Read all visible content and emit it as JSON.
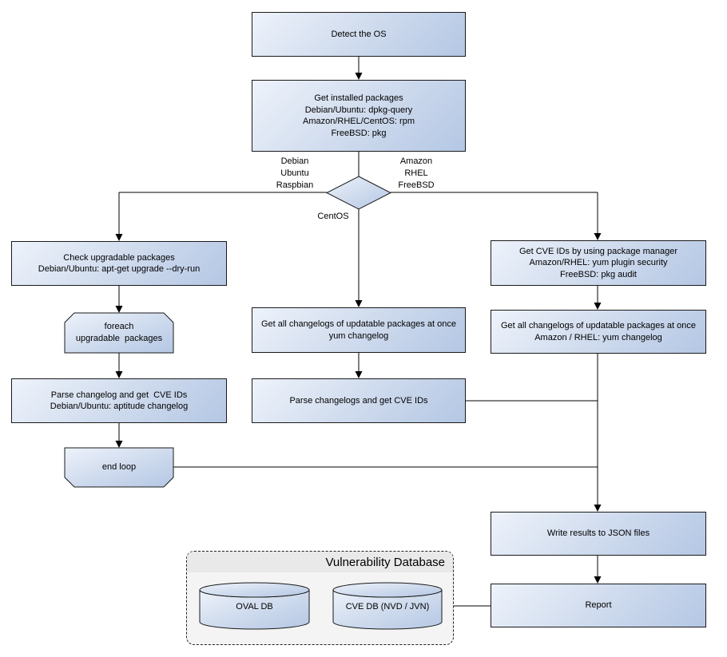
{
  "nodes": {
    "detect_os": {
      "lines": [
        "Detect the OS"
      ]
    },
    "get_installed_packages": {
      "lines": [
        "Get installed packages",
        "Debian/Ubuntu: dpkg-query",
        "Amazon/RHEL/CentOS: rpm",
        "FreeBSD: pkg"
      ]
    },
    "check_upgradable_packages": {
      "lines": [
        "Check upgradable packages",
        "Debian/Ubuntu: apt-get upgrade --dry-run"
      ]
    },
    "foreach_loop_start": {
      "lines": [
        "foreach",
        "upgradable  packages"
      ]
    },
    "parse_changelog_debian": {
      "lines": [
        "Parse changelog and get  CVE IDs",
        "Debian/Ubuntu: aptitude changelog"
      ]
    },
    "end_loop": {
      "lines": [
        "end loop"
      ]
    },
    "get_changelogs_centos": {
      "lines": [
        "Get all changelogs of updatable packages at once",
        "yum changelog"
      ]
    },
    "parse_changelogs_centos": {
      "lines": [
        "Parse changelogs and get CVE IDs"
      ]
    },
    "get_cve_ids_package_manager": {
      "lines": [
        "Get CVE IDs by using package manager",
        "Amazon/RHEL: yum plugin security",
        "FreeBSD: pkg audit"
      ]
    },
    "get_changelogs_amazon_rhel": {
      "lines": [
        "Get all changelogs of updatable packages at once",
        "Amazon / RHEL: yum changelog"
      ]
    },
    "write_results_json": {
      "lines": [
        "Write results to JSON files"
      ]
    },
    "report": {
      "lines": [
        "Report"
      ]
    },
    "oval_db": {
      "label": "OVAL DB"
    },
    "cve_db": {
      "label": "CVE DB (NVD / JVN)"
    }
  },
  "vulnerability_database": {
    "title": "Vulnerability Database"
  },
  "decision_labels": {
    "left": [
      "Debian",
      "Ubuntu",
      "Raspbian"
    ],
    "right": [
      "Amazon",
      "RHEL",
      "FreeBSD"
    ],
    "bottom": [
      "CentOS"
    ]
  },
  "colors": {
    "node_fill_light": "#eef3fb",
    "node_fill_dark": "#b4c7e4",
    "node_border": "#1a1a1a",
    "connector": "#000000",
    "container_fill": "#f4f4f4",
    "container_band": "#e9e9e9",
    "background": "#ffffff"
  }
}
